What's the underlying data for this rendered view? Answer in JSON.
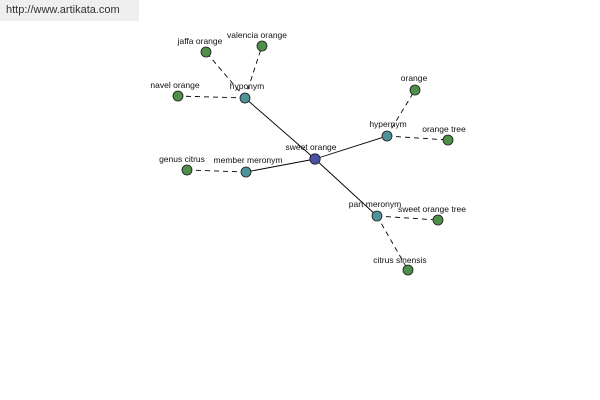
{
  "header": {
    "url": "http://www.artikata.com"
  },
  "colors": {
    "center": "#4a52a6",
    "relation": "#4d9399",
    "leaf": "#4f8f4a",
    "background": "#ffffff"
  },
  "graph": {
    "nodes": [
      {
        "id": "sweet-orange",
        "label": "sweet orange",
        "kind": "center"
      },
      {
        "id": "hyponym",
        "label": "hyponym",
        "kind": "relation"
      },
      {
        "id": "hypernym",
        "label": "hypernym",
        "kind": "relation"
      },
      {
        "id": "member-meronym",
        "label": "member meronym",
        "kind": "relation"
      },
      {
        "id": "part-meronym",
        "label": "part meronym",
        "kind": "relation"
      },
      {
        "id": "jaffa-orange",
        "label": "jaffa orange",
        "kind": "leaf"
      },
      {
        "id": "valencia-orange",
        "label": "valencia orange",
        "kind": "leaf"
      },
      {
        "id": "navel-orange",
        "label": "navel orange",
        "kind": "leaf"
      },
      {
        "id": "orange",
        "label": "orange",
        "kind": "leaf"
      },
      {
        "id": "orange-tree",
        "label": "orange tree",
        "kind": "leaf"
      },
      {
        "id": "genus-citrus",
        "label": "genus citrus",
        "kind": "leaf"
      },
      {
        "id": "sweet-orange-tree",
        "label": "sweet orange tree",
        "kind": "leaf"
      },
      {
        "id": "citrus-sinensis",
        "label": "citrus sinensis",
        "kind": "leaf"
      }
    ],
    "edges": [
      {
        "from": "sweet-orange",
        "to": "hyponym",
        "style": "solid"
      },
      {
        "from": "sweet-orange",
        "to": "hypernym",
        "style": "solid"
      },
      {
        "from": "sweet-orange",
        "to": "member-meronym",
        "style": "solid"
      },
      {
        "from": "sweet-orange",
        "to": "part-meronym",
        "style": "solid"
      },
      {
        "from": "hyponym",
        "to": "jaffa-orange",
        "style": "dashed"
      },
      {
        "from": "hyponym",
        "to": "valencia-orange",
        "style": "dashed"
      },
      {
        "from": "hyponym",
        "to": "navel-orange",
        "style": "dashed"
      },
      {
        "from": "hypernym",
        "to": "orange",
        "style": "dashed"
      },
      {
        "from": "hypernym",
        "to": "orange-tree",
        "style": "dashed"
      },
      {
        "from": "member-meronym",
        "to": "genus-citrus",
        "style": "dashed"
      },
      {
        "from": "part-meronym",
        "to": "sweet-orange-tree",
        "style": "dashed"
      },
      {
        "from": "part-meronym",
        "to": "citrus-sinensis",
        "style": "dashed"
      }
    ]
  }
}
